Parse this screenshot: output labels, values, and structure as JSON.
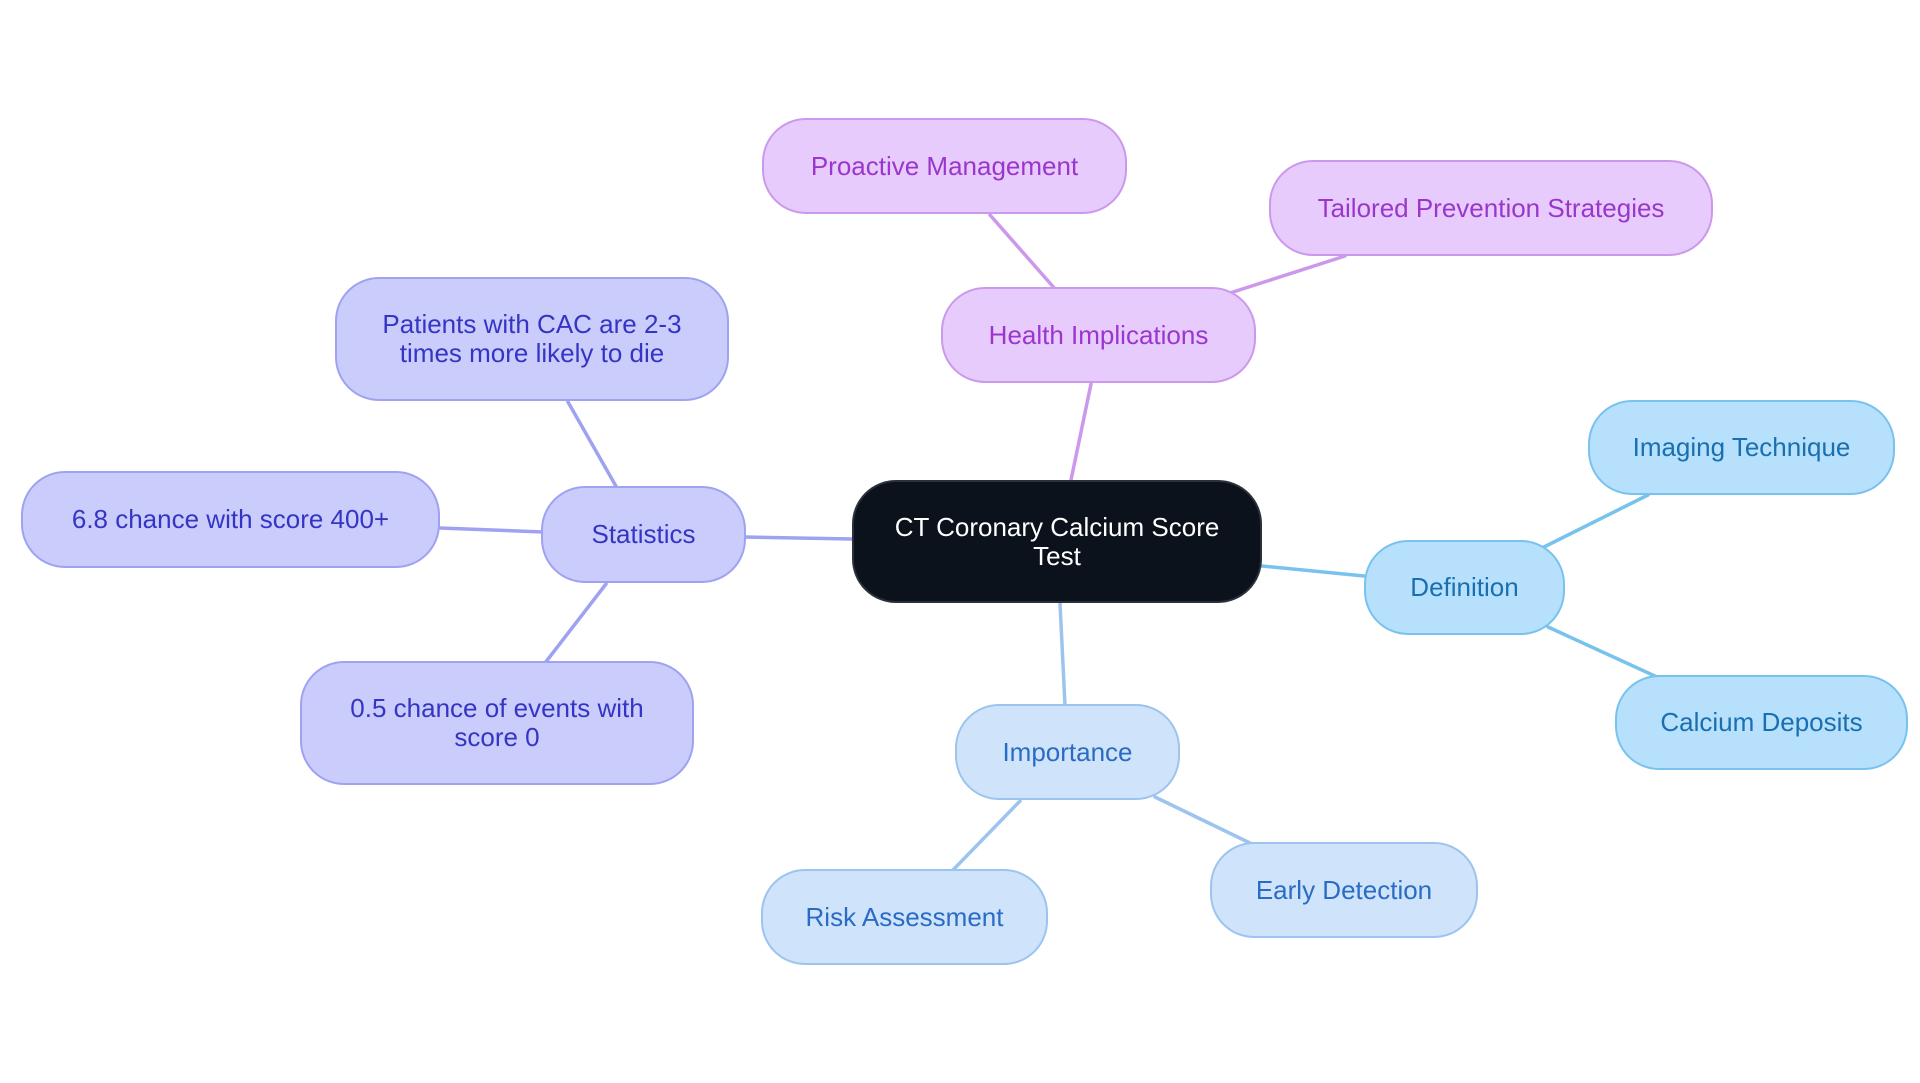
{
  "colors": {
    "root": "#0b121c",
    "definition": "#79c2ee",
    "importance": "#9cc4ee",
    "statistics": "#9ea2f0",
    "health": "#cc98ec"
  },
  "root": {
    "label": "CT Coronary Calcium Score Test"
  },
  "branches": {
    "definition": {
      "label": "Definition",
      "children": [
        "Imaging Technique",
        "Calcium Deposits"
      ]
    },
    "importance": {
      "label": "Importance",
      "children": [
        "Risk Assessment",
        "Early Detection"
      ]
    },
    "statistics": {
      "label": "Statistics",
      "children": [
        "Patients with CAC are 2-3 times more likely to die",
        "6.8 chance with score 400+",
        "0.5 chance of events with score 0"
      ]
    },
    "health": {
      "label": "Health Implications",
      "children": [
        "Proactive Management",
        "Tailored Prevention Strategies"
      ]
    }
  }
}
